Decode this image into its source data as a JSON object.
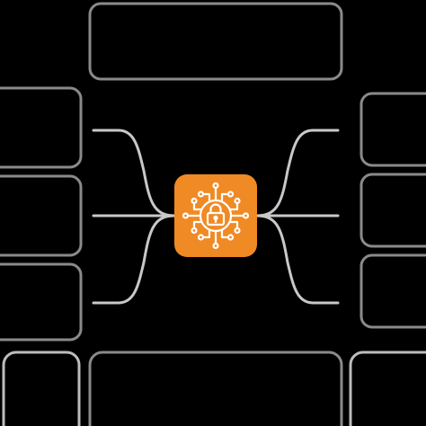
{
  "diagram": {
    "background": "#000000",
    "box_stroke": "#8a8a8a",
    "box_stroke_light": "#bdbdbd",
    "connector_color": "#c8c8c8",
    "hub": {
      "icon": "circuit-lock-icon",
      "fill": "#f08a24",
      "glyph_color": "#ffffff"
    },
    "placeholder_boxes": [
      {
        "name": "top-center-box"
      },
      {
        "name": "left-top-box"
      },
      {
        "name": "left-middle-box"
      },
      {
        "name": "left-bottom-box"
      },
      {
        "name": "right-top-box"
      },
      {
        "name": "right-middle-box"
      },
      {
        "name": "right-bottom-box"
      },
      {
        "name": "bottom-left-box"
      },
      {
        "name": "bottom-center-box"
      },
      {
        "name": "bottom-right-box"
      }
    ],
    "connectors": [
      {
        "name": "connector-left-top"
      },
      {
        "name": "connector-left-middle"
      },
      {
        "name": "connector-left-bottom"
      },
      {
        "name": "connector-right-top"
      },
      {
        "name": "connector-right-middle"
      },
      {
        "name": "connector-right-bottom"
      }
    ]
  }
}
